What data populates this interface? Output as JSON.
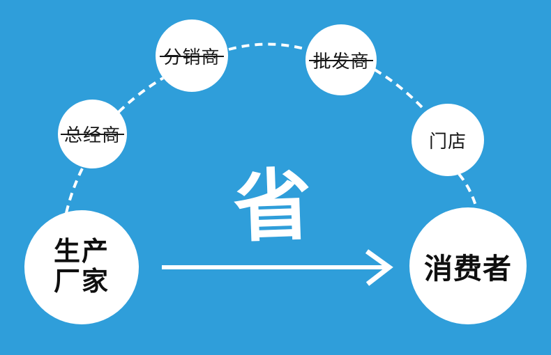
{
  "canvas": {
    "background_color": "#2F9EDA",
    "circle_color": "#FFFFFF",
    "text_color": "#161616",
    "accent_color": "#FFFFFF"
  },
  "center": {
    "save_char": "省"
  },
  "flow": {
    "producer": {
      "line1": "生产",
      "line2": "厂家"
    },
    "consumer": {
      "label": "消费者"
    },
    "middlemen": [
      {
        "label": "总经商",
        "crossed_out": true
      },
      {
        "label": "分销商",
        "crossed_out": true
      },
      {
        "label": "批发商",
        "crossed_out": true
      },
      {
        "label": "门店",
        "crossed_out": false
      }
    ]
  }
}
